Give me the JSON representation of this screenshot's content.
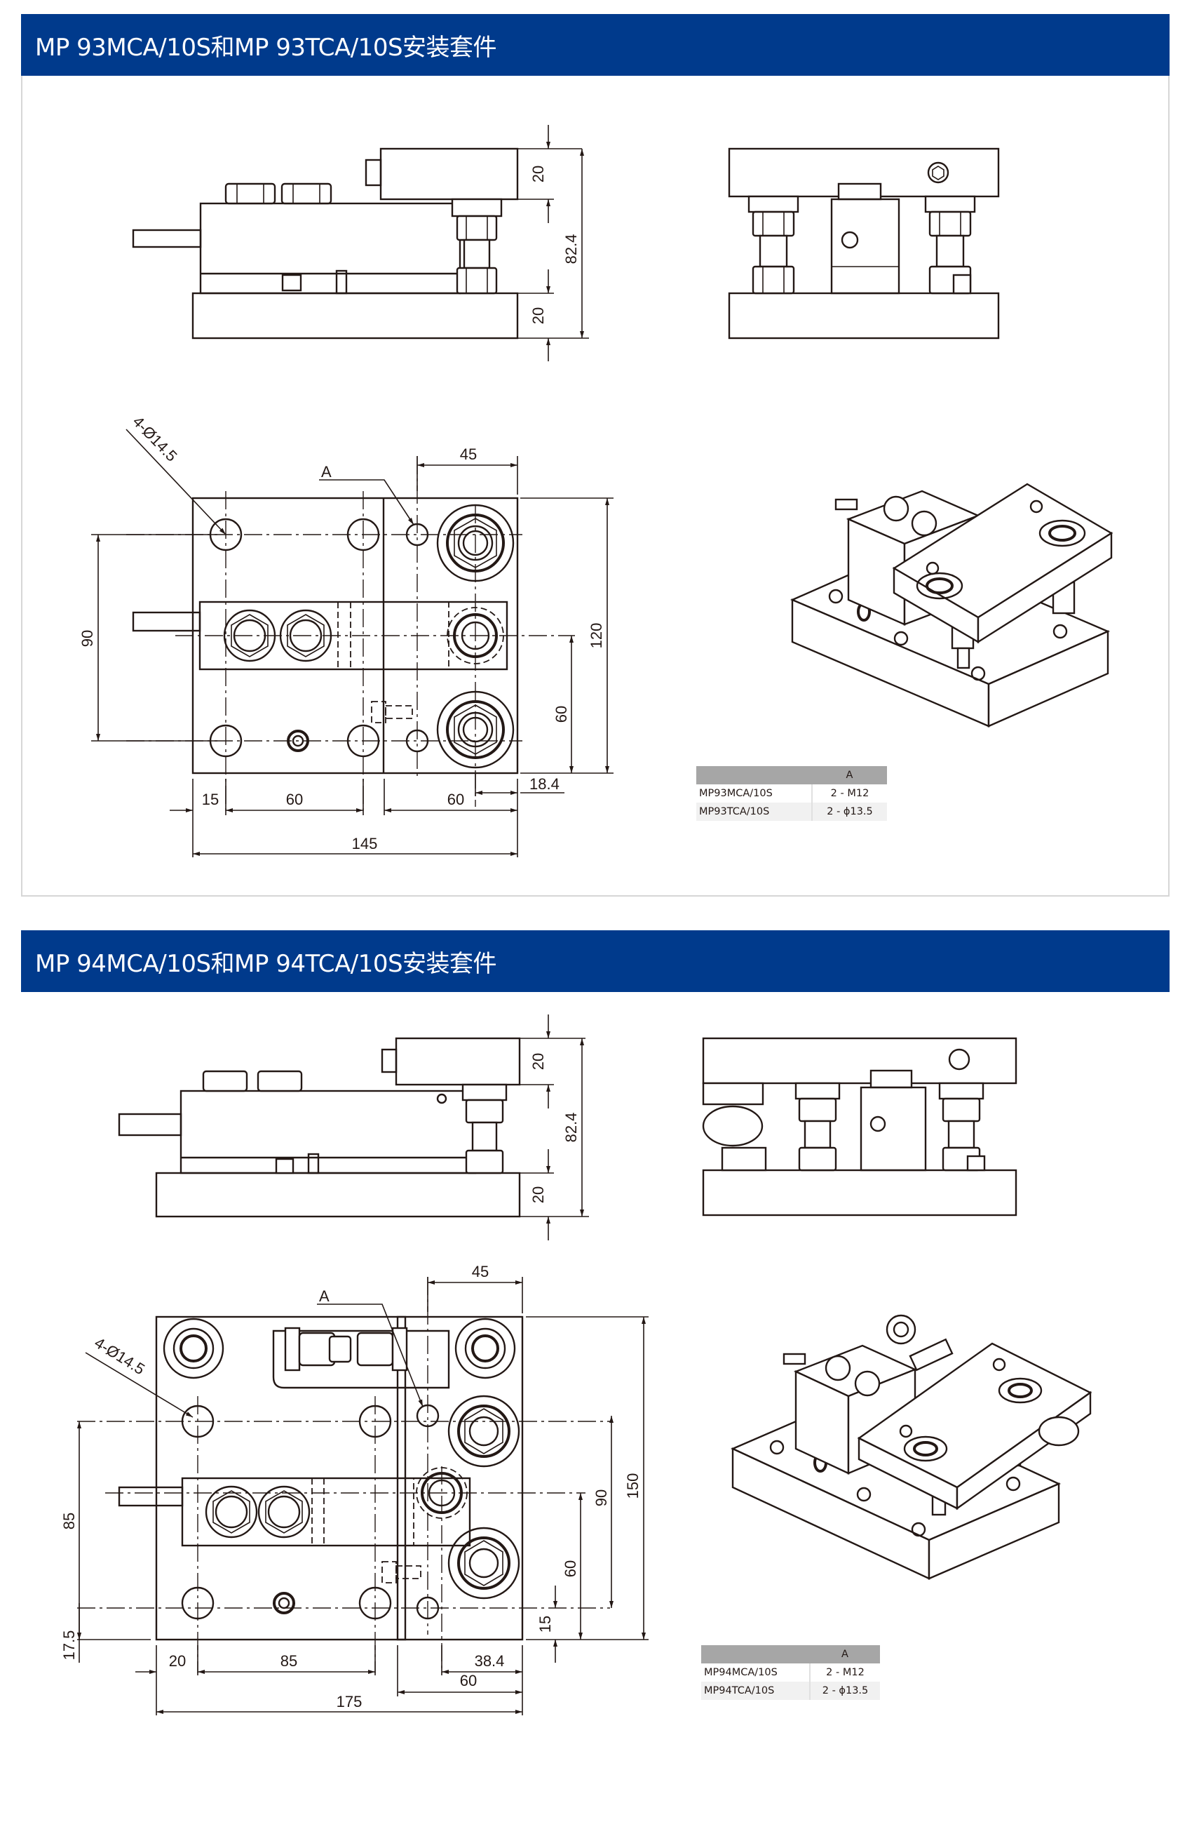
{
  "colors": {
    "header_bg": "#003a8c",
    "header_text": "#ffffff",
    "line": "#231815",
    "table_header_bg": "#a6a6a6",
    "table_alt_row": "#f1f1f1",
    "panel_border": "#d6d6d6"
  },
  "sections": [
    {
      "title": "MP 93MCA/10S和MP 93TCA/10S安装套件",
      "front_view": {
        "dims": {
          "top_plate_height": "20",
          "total_height": "82.4",
          "base_plate_height": "20"
        }
      },
      "top_view": {
        "hole_callout": "4-Ø14.5",
        "thread_callout": "A",
        "dims": {
          "top_width": "45",
          "left_height": "90",
          "right_height": "120",
          "inner_height": "60",
          "offset_right": "18.4",
          "bottom_left_edge": "15",
          "bottom_left_span": "60",
          "bottom_right_span": "60",
          "total_width": "145"
        }
      },
      "table": {
        "headers": [
          "",
          "A"
        ],
        "rows": [
          {
            "model": "MP93MCA/10S",
            "a": "2 - M12"
          },
          {
            "model": "MP93TCA/10S",
            "a": "2 - ϕ13.5"
          }
        ]
      }
    },
    {
      "title": "MP 94MCA/10S和MP 94TCA/10S安装套件",
      "front_view": {
        "dims": {
          "top_plate_height": "20",
          "total_height": "82.4",
          "base_plate_height": "20"
        }
      },
      "top_view": {
        "hole_callout": "4-Ø14.5",
        "thread_callout": "A",
        "dims": {
          "top_width": "45",
          "left_height": "85",
          "left_bottom_offset": "17.5",
          "right_inner_height": "90",
          "right_total_height": "150",
          "inner_height": "60",
          "bottom_offset": "15",
          "bottom_left_edge": "20",
          "bottom_left_span": "85",
          "offset_right": "38.4",
          "bottom_right_span": "60",
          "total_width": "175"
        }
      },
      "table": {
        "headers": [
          "",
          "A"
        ],
        "rows": [
          {
            "model": "MP94MCA/10S",
            "a": "2 - M12"
          },
          {
            "model": "MP94TCA/10S",
            "a": "2 - ϕ13.5"
          }
        ]
      }
    }
  ]
}
